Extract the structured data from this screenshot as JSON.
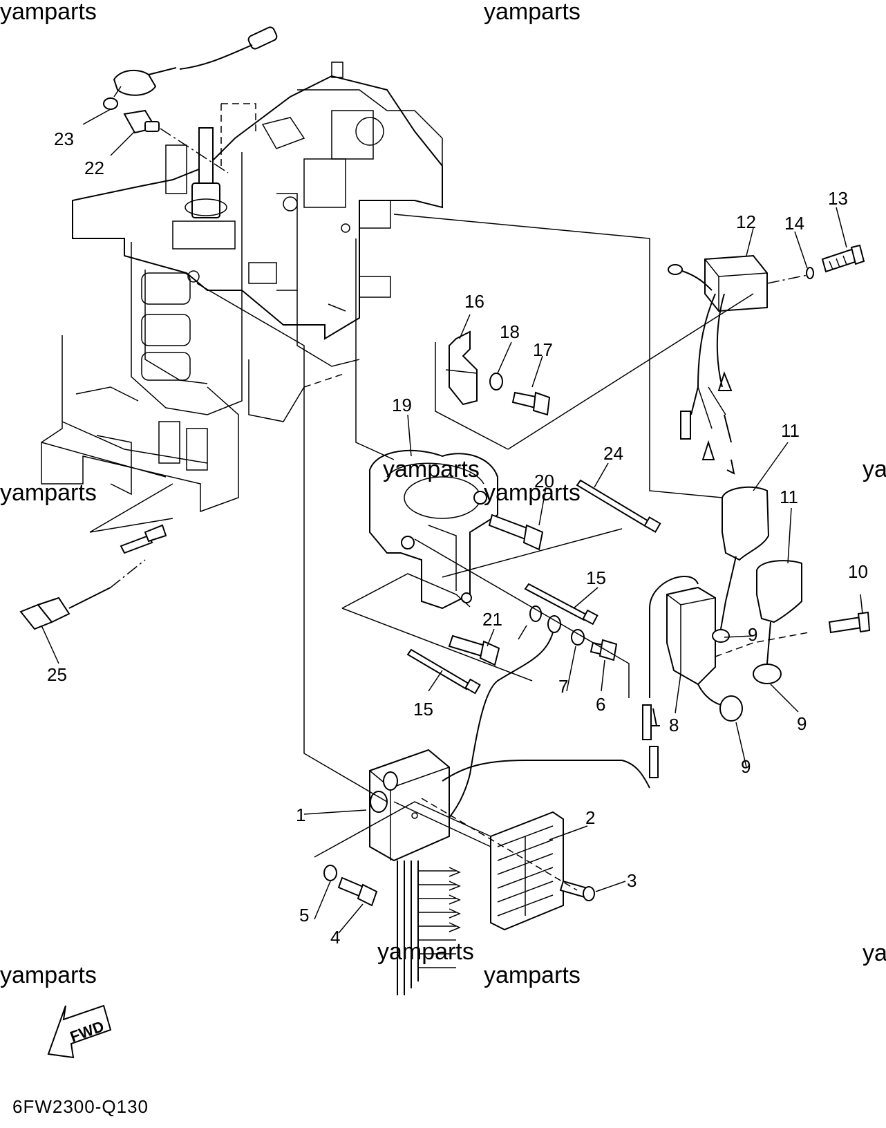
{
  "watermarks": {
    "top_left": "yamparts",
    "top_center": "yamparts",
    "mid_left": "yamparts",
    "mid_center_a": "yamparts",
    "mid_center_b": "yamparts",
    "mid_right": "ya",
    "low_left": "yamparts",
    "low_center_a": "yamparts",
    "low_center_b": "yamparts",
    "low_right": "ya"
  },
  "callouts": [
    {
      "id": "c1",
      "label": "1"
    },
    {
      "id": "c2",
      "label": "2"
    },
    {
      "id": "c3",
      "label": "3"
    },
    {
      "id": "c4",
      "label": "4"
    },
    {
      "id": "c5",
      "label": "5"
    },
    {
      "id": "c6",
      "label": "6"
    },
    {
      "id": "c7",
      "label": "7"
    },
    {
      "id": "c8",
      "label": "8"
    },
    {
      "id": "c9a",
      "label": "9"
    },
    {
      "id": "c9b",
      "label": "9"
    },
    {
      "id": "c9c",
      "label": "9"
    },
    {
      "id": "c10",
      "label": "10"
    },
    {
      "id": "c11a",
      "label": "11"
    },
    {
      "id": "c11b",
      "label": "11"
    },
    {
      "id": "c12",
      "label": "12"
    },
    {
      "id": "c13",
      "label": "13"
    },
    {
      "id": "c14",
      "label": "14"
    },
    {
      "id": "c15a",
      "label": "15"
    },
    {
      "id": "c15b",
      "label": "15"
    },
    {
      "id": "c16",
      "label": "16"
    },
    {
      "id": "c17",
      "label": "17"
    },
    {
      "id": "c18",
      "label": "18"
    },
    {
      "id": "c19",
      "label": "19"
    },
    {
      "id": "c20",
      "label": "20"
    },
    {
      "id": "c21",
      "label": "21"
    },
    {
      "id": "c22",
      "label": "22"
    },
    {
      "id": "c23",
      "label": "23"
    },
    {
      "id": "c24",
      "label": "24"
    },
    {
      "id": "c25",
      "label": "25"
    }
  ],
  "fwd_label": "FWD",
  "diagram_code": "6FW2300-Q130"
}
